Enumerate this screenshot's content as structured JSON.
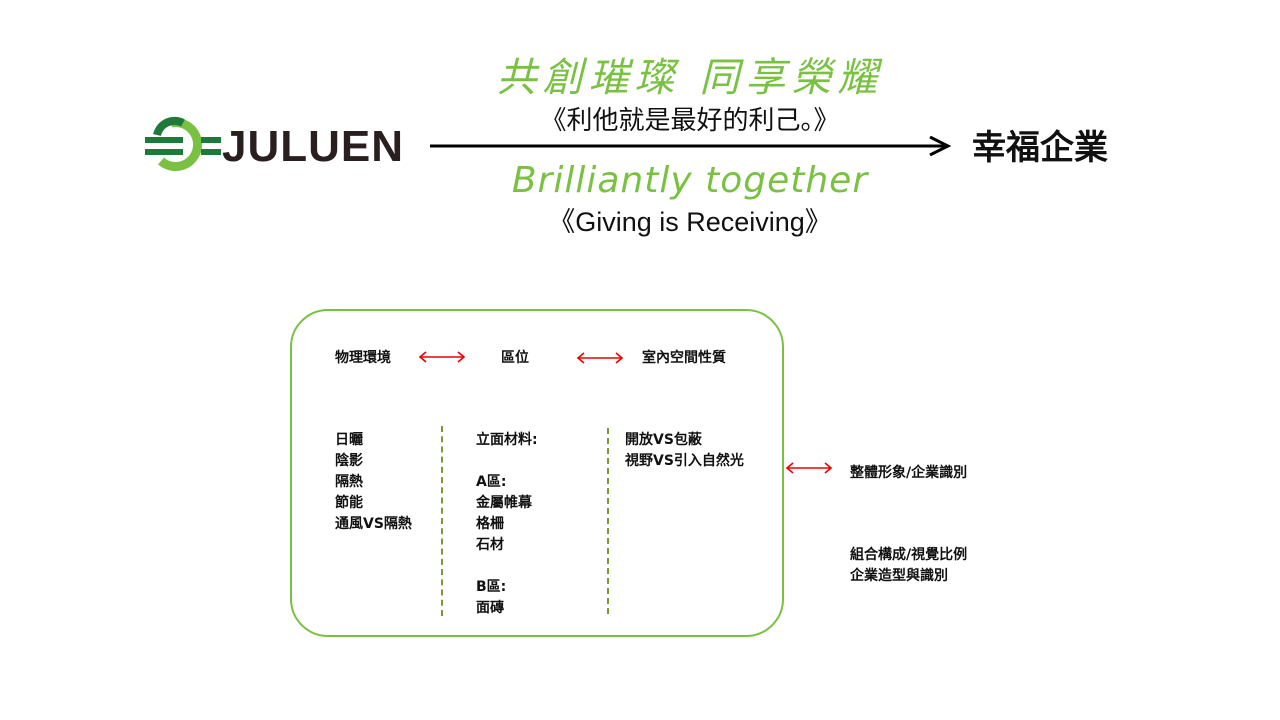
{
  "logo": {
    "name": "JULUEN"
  },
  "header": {
    "slogan_zh": "共創璀璨 同享榮耀",
    "motto_zh": "《利他就是最好的利己。》",
    "slogan_en": "Brilliantly together",
    "motto_en": "《Giving is Receiving》",
    "target": "幸福企業"
  },
  "diagram": {
    "headers": [
      "物理環境",
      "區位",
      "室內空間性質"
    ],
    "col1": [
      "日曬",
      "陰影",
      "隔熱",
      "節能",
      "通風VS隔熱"
    ],
    "col2": [
      "立面材料:",
      "",
      "A區:",
      "金屬帷幕",
      "格柵",
      "石材",
      "",
      "B區:",
      "面磚"
    ],
    "col3": [
      "開放VS包蔽",
      "視野VS引入自然光"
    ],
    "outside": {
      "label1": "整體形象/企業識別",
      "label2": [
        "組合構成/視覺比例",
        "企業造型與識別"
      ]
    }
  },
  "colors": {
    "green": "#7ac143",
    "dark_green": "#1e7a3a",
    "arrow_red": "#e00000"
  }
}
